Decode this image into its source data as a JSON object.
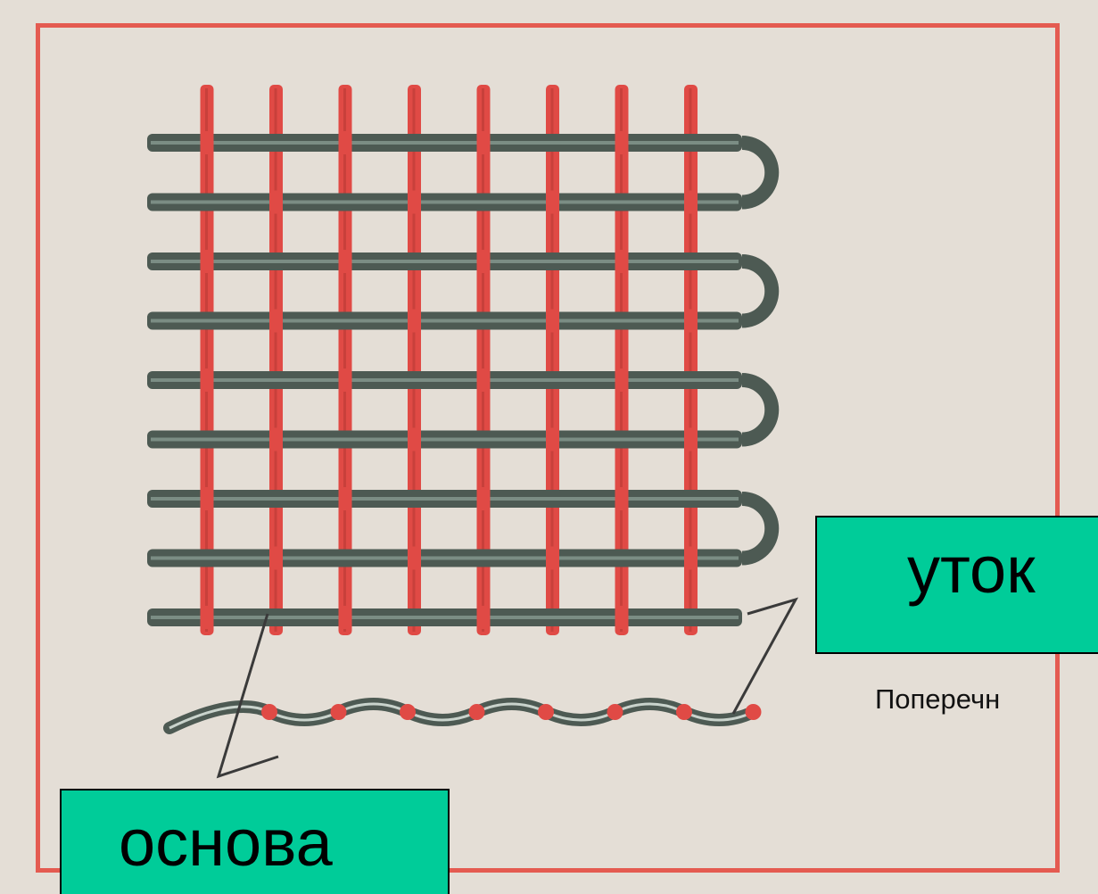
{
  "labels": {
    "weft": "уток",
    "warp": "основа"
  },
  "caption": "Поперечн",
  "icons": {
    "weave": "plain-weave-diagram-icon",
    "cross_section": "cross-section-wave-icon"
  },
  "colors": {
    "background": "#e4ded6",
    "frame": "#e45b51",
    "label_fill": "#00cc99",
    "warp_thread": "#e04a45",
    "weft_thread": "#4d5a53"
  },
  "weave": {
    "warp_count": 8,
    "weft_count": 9
  }
}
